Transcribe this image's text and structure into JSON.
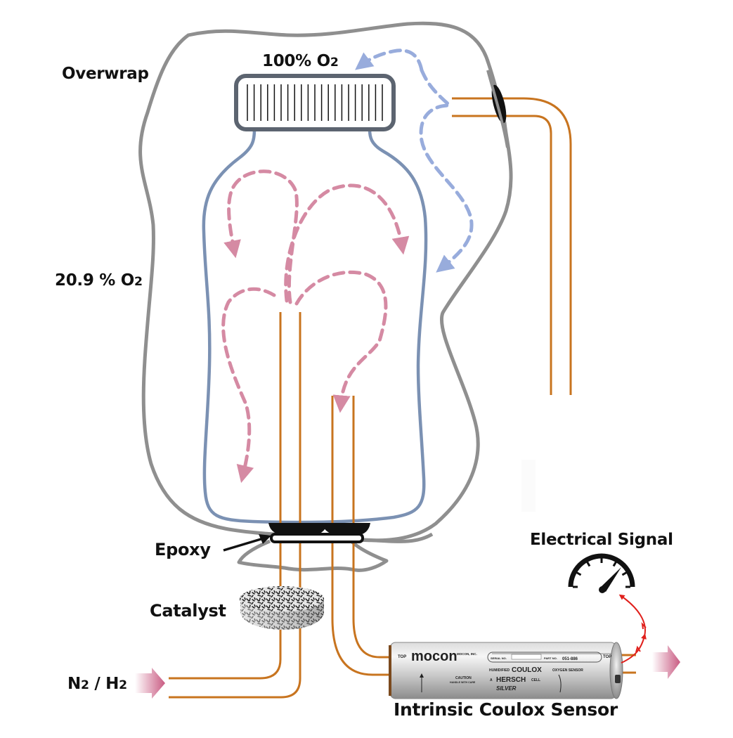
{
  "labels": {
    "overwrap": "Overwrap",
    "headspace_o2": "100% O",
    "headspace_o2_sub": "2",
    "ambient_o2": "20.9 % O",
    "ambient_o2_sub": "2",
    "epoxy": "Epoxy",
    "catalyst": "Catalyst",
    "carrier_gas_n": "N",
    "carrier_gas_n_sub": "2",
    "carrier_gas_sep": " / H",
    "carrier_gas_h_sub": "2",
    "electrical_signal": "Electrical Signal",
    "sensor_name": "Intrinsic Coulox Sensor"
  },
  "sensor_body": {
    "brand": "mocon",
    "company": "MOCON, INC.",
    "top_left": "TOP",
    "top_right": "TOP",
    "serial_label": "SERIAL NO.",
    "part_label": "PART NO.",
    "part_number": "051-886",
    "line1_prefix": "HUMIDIFIED",
    "line1_main": "COULOX",
    "line1_suffix": "OXYGEN SENSOR",
    "line2_prefix": "A",
    "line2_main": "HERSCH",
    "line2_suffix": "CELL",
    "line3": "SILVER",
    "caution_title": "CAUTION",
    "caution_text": "HANDLE WITH CARE"
  },
  "colors": {
    "overwrap": "#8f8f8f",
    "bottle": "#7b91b3",
    "cap_stroke": "#5c6470",
    "tube": "#c8741f",
    "pink_flow": "#d58aa3",
    "blue_flow": "#98acdc",
    "signal": "#e0201c",
    "seal": "#111111"
  },
  "icons": {
    "gauge": "gauge-icon",
    "inlet_arrow": "arrow-right-icon",
    "outlet_arrow": "arrow-right-icon"
  }
}
